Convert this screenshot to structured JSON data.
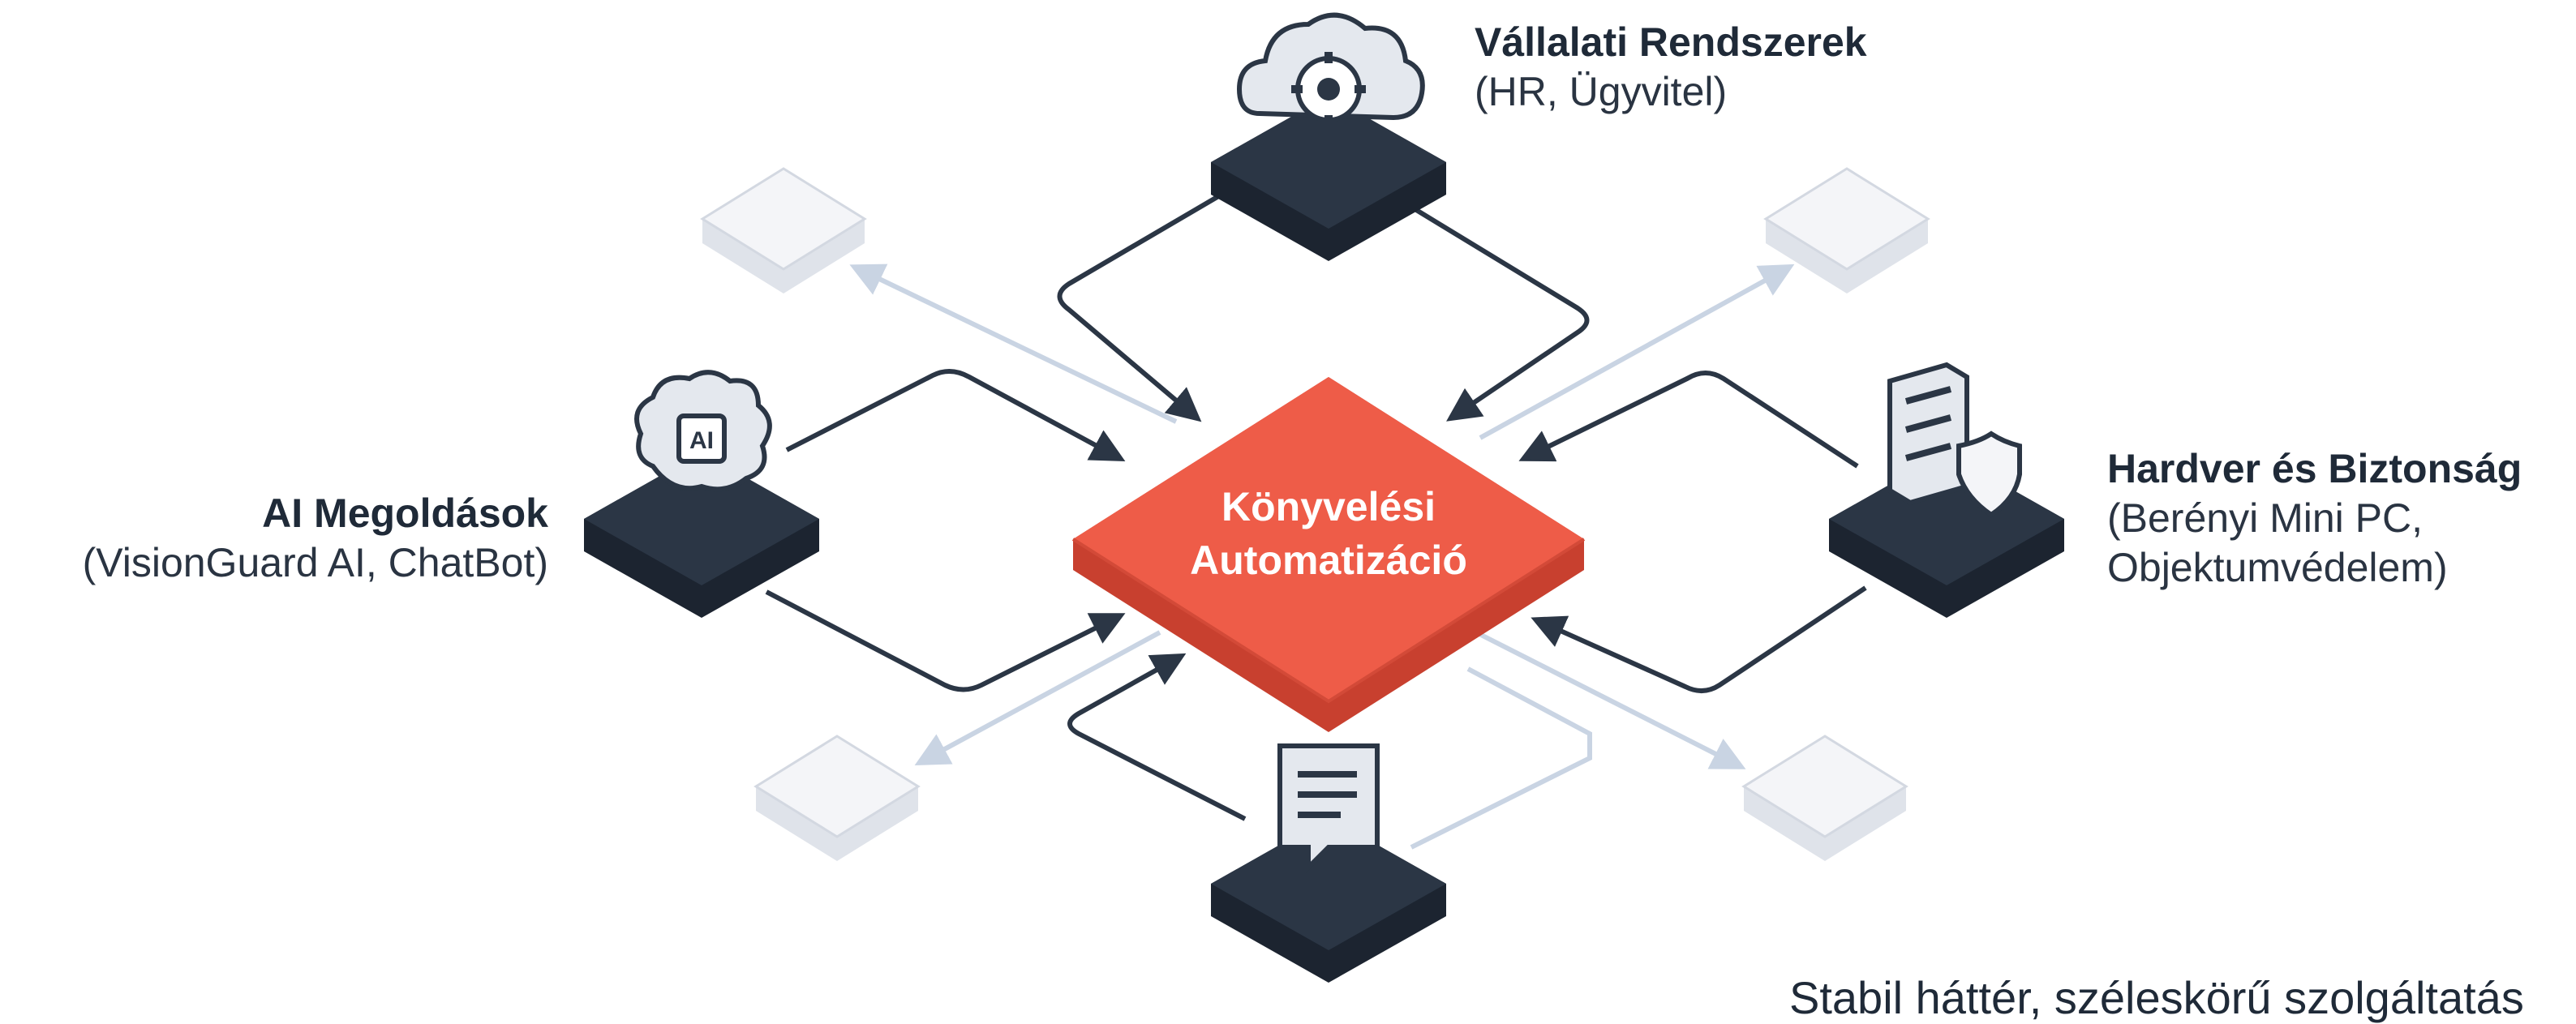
{
  "center_node": {
    "line1": "Könyvelési",
    "line2": "Automatizáció"
  },
  "nodes": {
    "top": {
      "title": "Vállalati Rendszerek",
      "subtitle": "(HR, Ügyvitel)",
      "icon": "cloud-gear-icon"
    },
    "left": {
      "title": "AI Megoldások",
      "subtitle": "(VisionGuard AI, ChatBot)",
      "icon": "brain-ai-icon"
    },
    "right": {
      "title": "Hardver és Biztonság",
      "subtitle_line1": "(Berényi Mini PC,",
      "subtitle_line2": "Objektumvédelem)",
      "icon": "server-shield-icon"
    },
    "bottom": {
      "icon": "chat-document-icon"
    }
  },
  "placeholder_nodes": [
    "top-left",
    "top-right",
    "bottom-left",
    "bottom-right"
  ],
  "footer": {
    "text": "Stabil háttér, széleskörű szolgáltatás"
  },
  "colors": {
    "center": "#ee5c48",
    "center_side": "#c8402f",
    "dark_node": "#2b3645",
    "dark_node_side": "#1c2430",
    "light_node": "#f0f2f6",
    "arrow_dark": "#2b3645",
    "arrow_light": "#c9d4e3",
    "text": "#1f2a38"
  }
}
